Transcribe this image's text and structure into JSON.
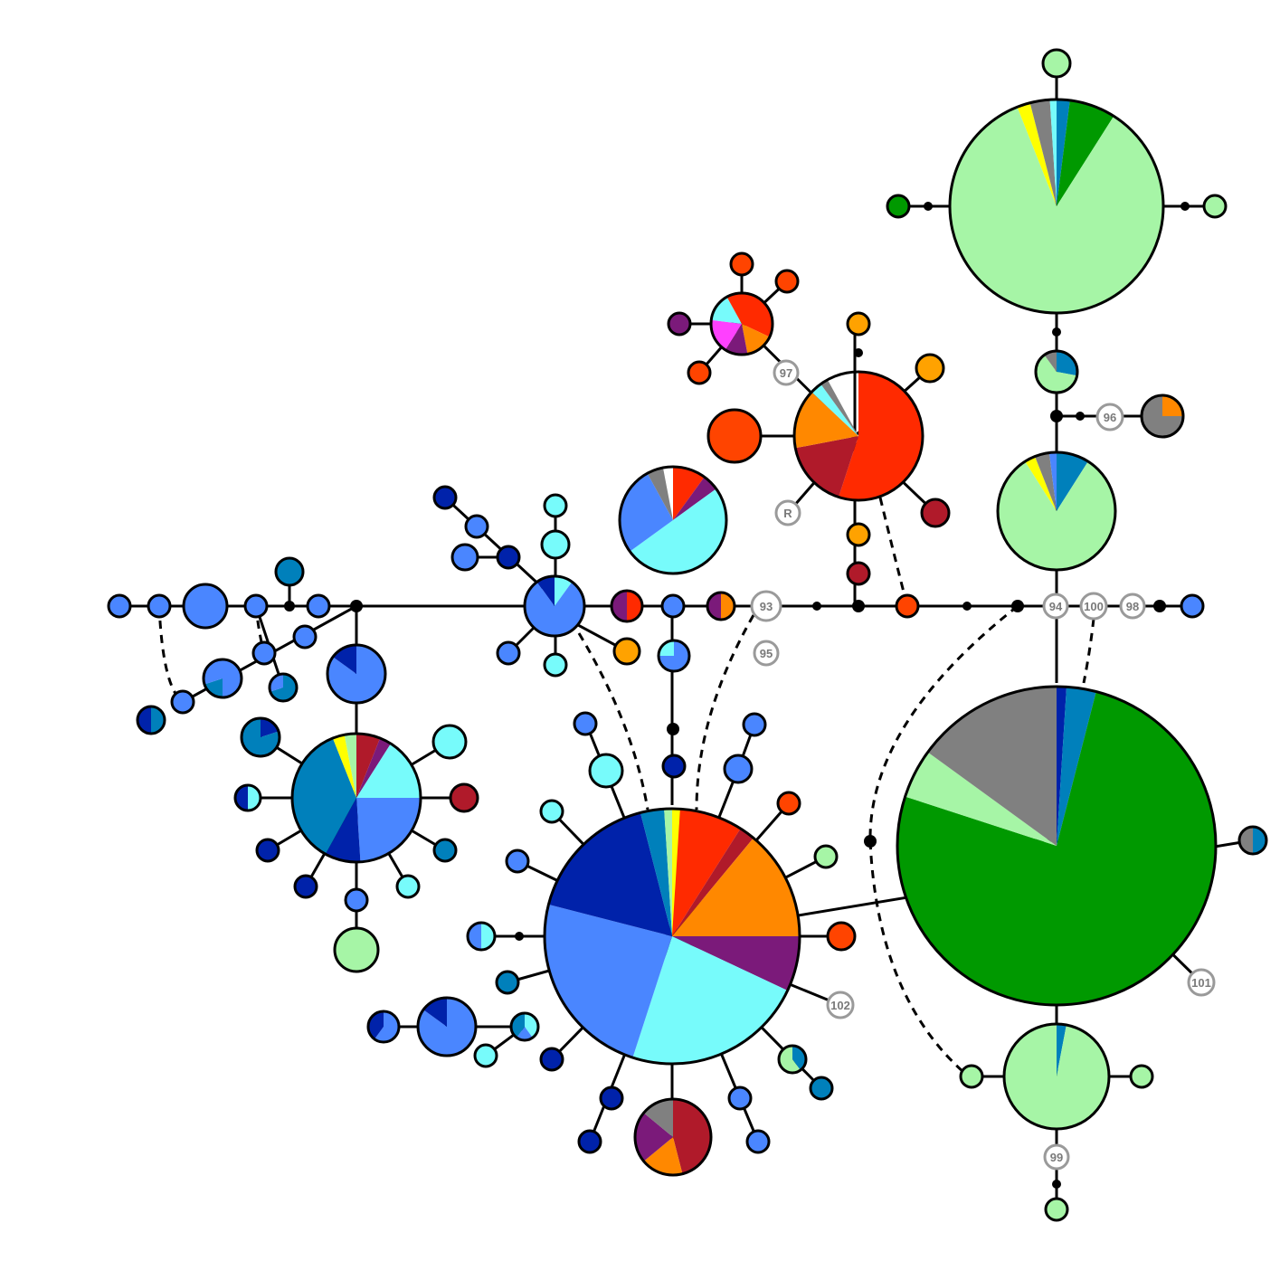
{
  "colors": {
    "light_green": "#a6f5a6",
    "green": "#009900",
    "gray": "#808080",
    "teal": "#0080bb",
    "cyan": "#77fbfb",
    "blue": "#4a86ff",
    "navy": "#0022aa",
    "red": "#ff2a00",
    "dark_red": "#b01a2a",
    "orange": "#ff8800",
    "amber": "#ffa200",
    "purple": "#7b1a7a",
    "magenta": "#ff40ff",
    "yellow": "#ffff00",
    "orange_red": "#ff4400",
    "edge": "#000000",
    "label_ring": "#9a9a9a"
  },
  "node_labels": {
    "n93": "93",
    "n94": "94",
    "n95": "95",
    "n96": "96",
    "n97": "97",
    "n98": "98",
    "n99": "99",
    "n100": "100",
    "n101": "101",
    "n102": "102",
    "nR": "R"
  }
}
